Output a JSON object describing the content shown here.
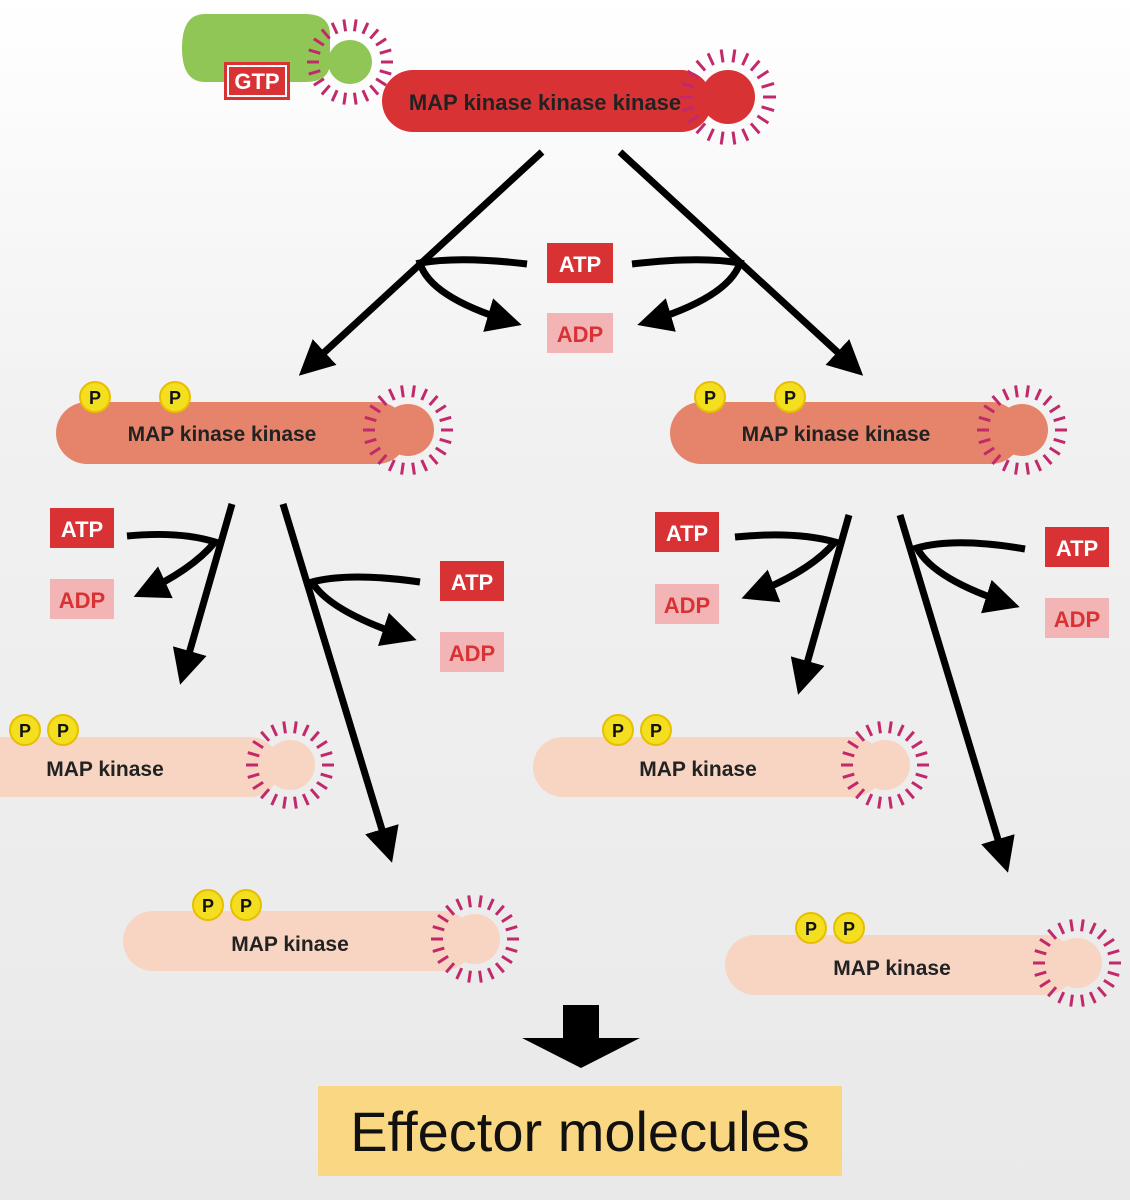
{
  "labels": {
    "gtp": "GTP",
    "mapkkk": "MAP kinase kinase kinase",
    "mapkk": "MAP kinase kinase",
    "mapk": "MAP kinase",
    "atp": "ATP",
    "adp": "ADP",
    "p": "P",
    "effector": "Effector molecules"
  },
  "colors": {
    "gtp_protein": "#8fc655",
    "mapkkk": "#d93235",
    "mapkk": "#e5846a",
    "mapk": "#f7d5c2",
    "atp": "#d93235",
    "adp_bg": "#f2b4b4",
    "adp_text": "#d93235",
    "phosphate": "#f3df1f",
    "active_rays": "#c2296b",
    "arrow": "#000000",
    "effector_bg": "#fad782"
  }
}
